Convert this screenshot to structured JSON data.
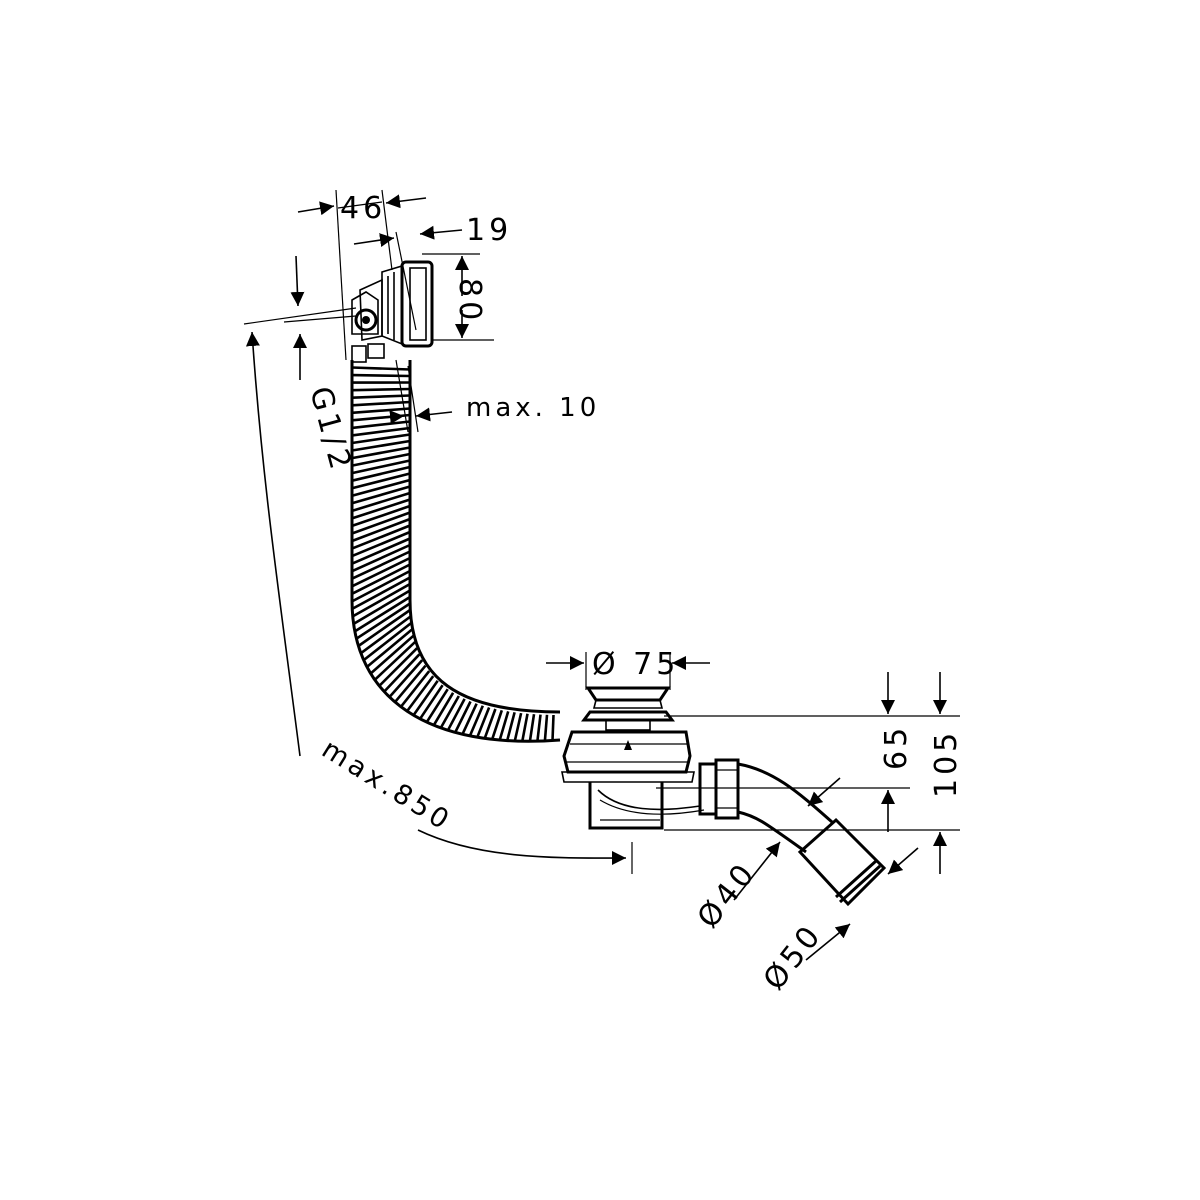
{
  "labels": {
    "d46": "46",
    "d19": "19",
    "d80": "80",
    "g12": "G1/2",
    "max10": "max. 10",
    "max850": "max.850",
    "d75": "Ø 75",
    "d65": "65",
    "d105": "105",
    "d40": "Ø40",
    "d50": "Ø50"
  },
  "colors": {
    "line": "#000000",
    "background": "#ffffff"
  }
}
